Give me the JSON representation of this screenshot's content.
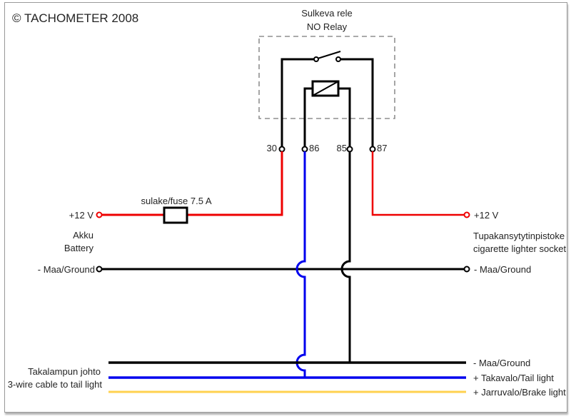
{
  "page": {
    "copyright": "© TACHOMETER 2008"
  },
  "relay": {
    "label_fi": "Sulkeva rele",
    "label_en": "NO Relay",
    "terminals": {
      "t30": "30",
      "t86": "86",
      "t85": "85",
      "t87": "87"
    }
  },
  "fuse": {
    "label": "sulake/fuse 7.5 A"
  },
  "battery": {
    "voltage": "+12 V",
    "label_fi": "Akku",
    "label_en": "Battery",
    "ground": "- Maa/Ground"
  },
  "socket": {
    "voltage": "+12 V",
    "label_fi": "Tupakansytytinpistoke",
    "label_en": "cigarette lighter socket",
    "ground": "- Maa/Ground"
  },
  "tail_cable": {
    "label_fi": "Takalampun johto",
    "label_en": "3-wire cable to tail light",
    "wires": [
      {
        "name": "ground",
        "label": "- Maa/Ground",
        "color": "#000000"
      },
      {
        "name": "tail-light",
        "label": "+ Takavalo/Tail light",
        "color": "#0000ee"
      },
      {
        "name": "brake-light",
        "label": "+ Jarruvalo/Brake light",
        "color": "#ffd24f"
      }
    ]
  },
  "colors": {
    "positive_wire": "#ee0000",
    "ground_wire": "#000000",
    "tail_wire": "#0000ee",
    "brake_wire": "#ffd24f",
    "relay_outline": "#8f8f8f"
  }
}
